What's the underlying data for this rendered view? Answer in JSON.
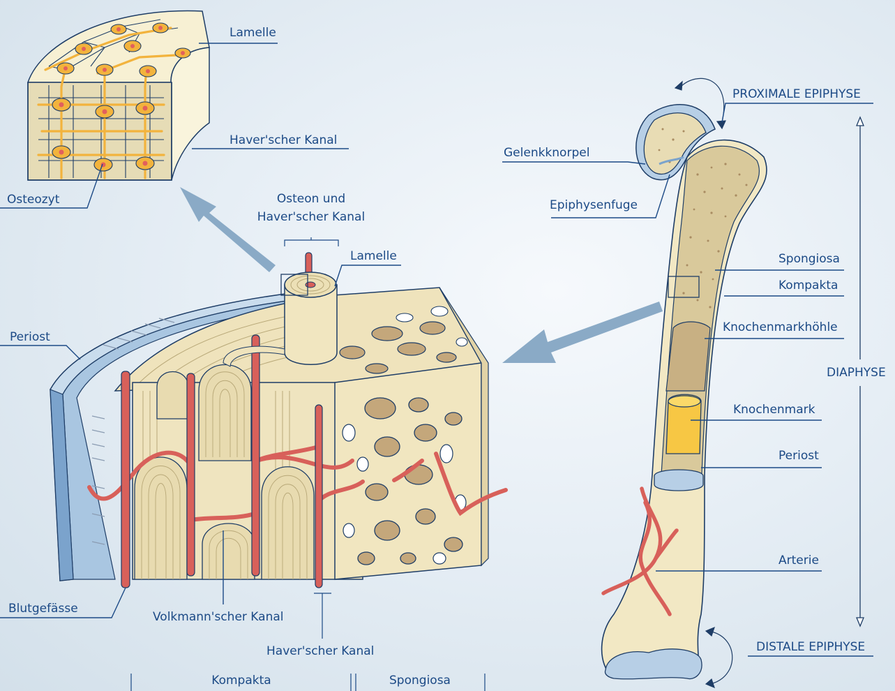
{
  "labels": {
    "lamelle_top": "Lamelle",
    "havers_kanal_top": "Haver'scher Kanal",
    "osteozyt": "Osteozyt",
    "osteon_line1": "Osteon und",
    "osteon_line2": "Haver'scher Kanal",
    "lamelle_mid": "Lamelle",
    "periost_left": "Periost",
    "blutgefaesse": "Blutgefässe",
    "volkmann": "Volkmann'scher Kanal",
    "havers_kanal_bottom": "Haver'scher Kanal",
    "kompakta_bottom": "Kompakta",
    "spongiosa_bottom": "Spongiosa",
    "proximale_epiphyse": "PROXIMALE EPIPHYSE",
    "gelenkknorpel": "Gelenkknorpel",
    "epiphysenfuge": "Epiphysenfuge",
    "spongiosa_right": "Spongiosa",
    "kompakta_right": "Kompakta",
    "knochenmarkhoehle": "Knochenmarkhöhle",
    "diaphyse": "DIAPHYSE",
    "knochenmark": "Knochenmark",
    "periost_right": "Periost",
    "arterie": "Arterie",
    "distale_epiphyse": "DISTALE EPIPHYSE"
  },
  "colors": {
    "label_text": "#1c4a86",
    "bone": "#f1e8c7",
    "bone_shade": "#dccfa5",
    "spongy_hole": "#c4a77b",
    "vessel": "#d8605a",
    "marrow": "#f7c744",
    "periosteum": "#7ba3cc",
    "cartilage": "#b7cfe6",
    "arrow": "#8aaac6",
    "osteocyte": "#f2b33d"
  }
}
